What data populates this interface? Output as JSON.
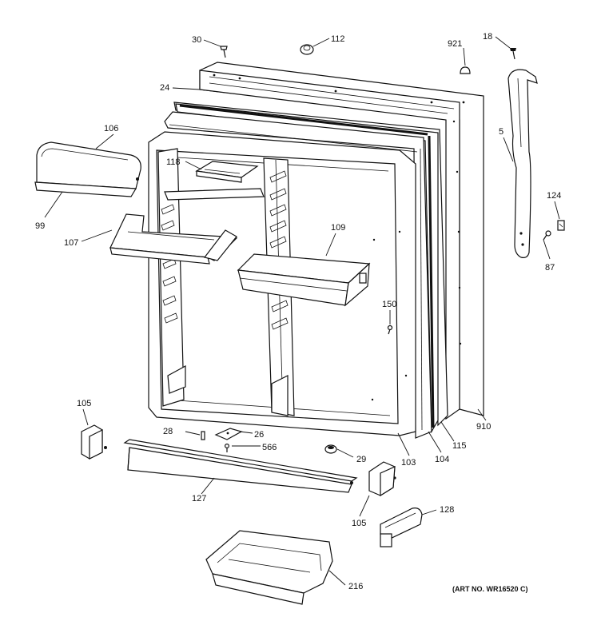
{
  "diagram": {
    "art_number": "(ART NO. WR16520 C)",
    "part_labels": [
      "30",
      "112",
      "921",
      "18",
      "24",
      "106",
      "118",
      "5",
      "124",
      "99",
      "107",
      "109",
      "87",
      "150",
      "105",
      "28",
      "26",
      "566",
      "29",
      "103",
      "104",
      "115",
      "910",
      "127",
      "105",
      "128",
      "216"
    ]
  }
}
